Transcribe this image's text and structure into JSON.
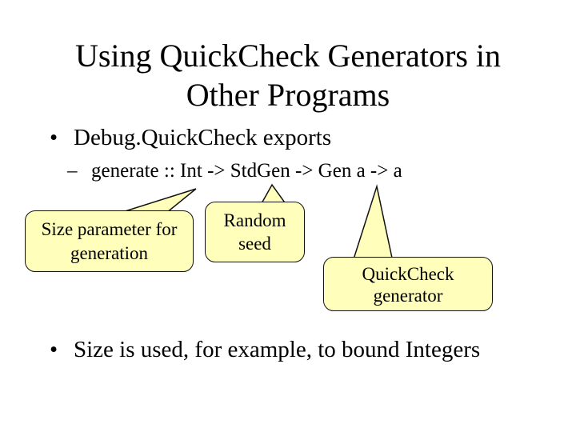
{
  "slide": {
    "title": {
      "line1": "Using QuickCheck Generators in",
      "line2": "Other Programs"
    },
    "bullets": [
      {
        "marker": "•",
        "text": "Debug.QuickCheck exports"
      },
      {
        "marker": "–",
        "text": "generate :: Int -> StdGen -> Gen a -> a"
      },
      {
        "marker": "•",
        "text": "Size is used, for example, to bound Integers"
      }
    ],
    "callouts": [
      {
        "line1": "Size parameter for",
        "line2": "generation",
        "points_to": "Int"
      },
      {
        "line1": "Random",
        "line2": "seed",
        "points_to": "StdGen"
      },
      {
        "line1": "QuickCheck",
        "line2": "generator",
        "points_to": "Gen a"
      }
    ],
    "colors": {
      "background": "#ffffff",
      "text": "#000000",
      "callout_fill": "#ffffbb",
      "callout_border": "#111111"
    }
  }
}
